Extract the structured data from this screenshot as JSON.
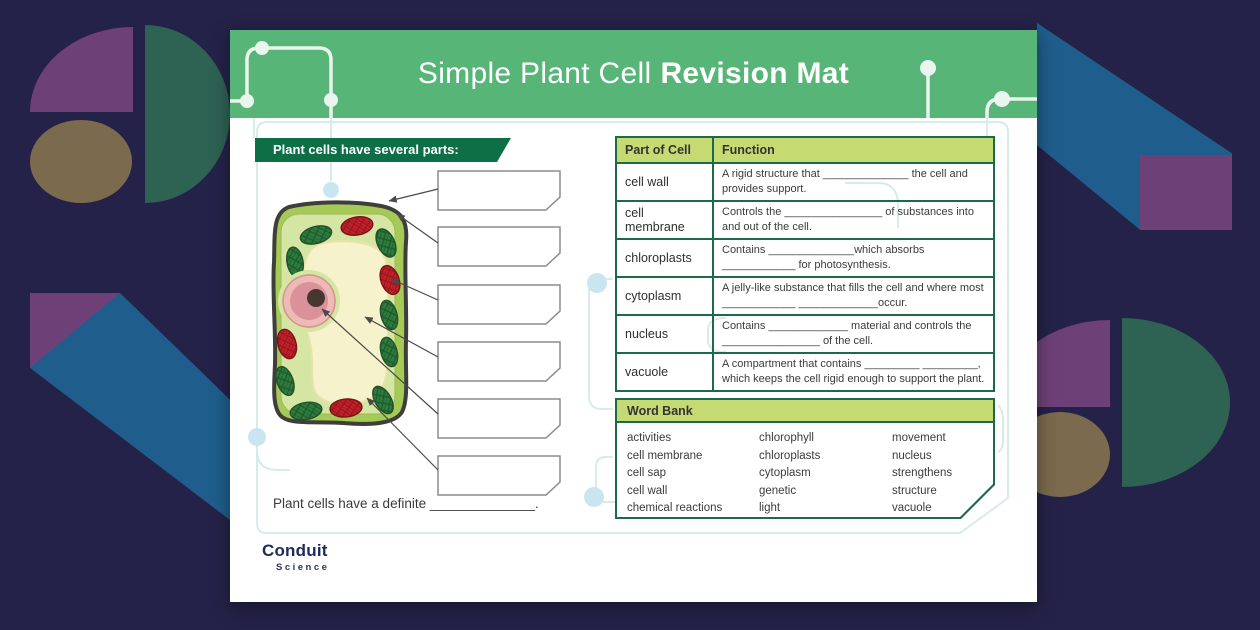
{
  "header": {
    "title_regular": "Simple Plant Cell",
    "title_bold": "Revision Mat"
  },
  "left_panel": {
    "heading": "Plant cells have several parts:",
    "footer_sentence": "Plant cells have a definite ______________."
  },
  "table": {
    "col_part": "Part of Cell",
    "col_function": "Function",
    "rows": [
      {
        "part": "cell wall",
        "function": "A rigid structure that ______________ the cell and provides support."
      },
      {
        "part": "cell membrane",
        "function": "Controls the ________________ of substances into and out of the cell."
      },
      {
        "part": "chloroplasts",
        "function": "Contains ______________which absorbs ____________ for photosynthesis."
      },
      {
        "part": "cytoplasm",
        "function": "A jelly-like substance that fills the cell and where most ____________ _____________occur."
      },
      {
        "part": "nucleus",
        "function": "Contains _____________ material and controls the ________________ of the cell."
      },
      {
        "part": "vacuole",
        "function": "A compartment that contains _________ _________, which keeps the cell rigid enough to support the plant."
      }
    ]
  },
  "word_bank": {
    "title": "Word Bank",
    "columns": [
      [
        "activities",
        "cell membrane",
        "cell sap",
        "cell wall",
        "chemical reactions"
      ],
      [
        "chlorophyll",
        "chloroplasts",
        "cytoplasm",
        "genetic",
        "light"
      ],
      [
        "movement",
        "nucleus",
        "strengthens",
        "structure",
        "vacuole"
      ]
    ]
  },
  "logo": {
    "name": "Conduit",
    "sub": "Science"
  },
  "colors": {
    "background_navy": "#252249",
    "header_green": "#57b577",
    "banner_dark_green": "#0e6f46",
    "table_border_green": "#1b6b4b",
    "table_header_green": "#c6da74",
    "shape_purple": "#6d4078",
    "shape_teal": "#2e6253",
    "shape_olive": "#7b6a4d",
    "shape_blue": "#1f5e8c",
    "circuit_teal": "#d6ecea",
    "node_blue": "#c9e6f0"
  }
}
